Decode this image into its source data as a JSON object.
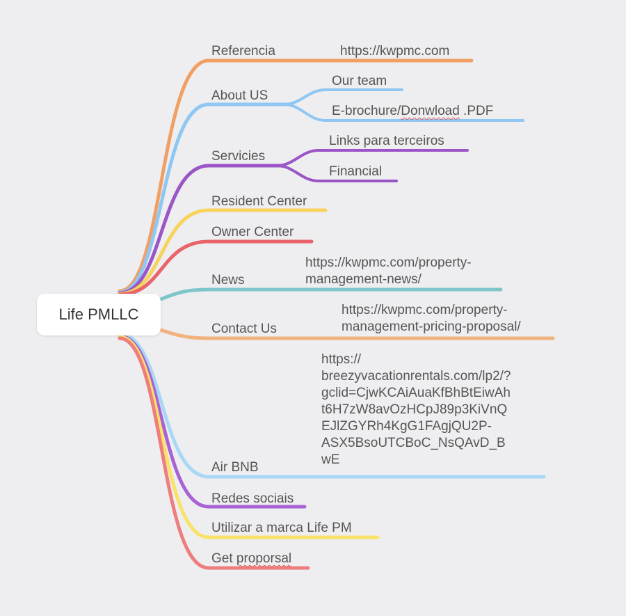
{
  "root": {
    "label": "Life PMLLC"
  },
  "branches": [
    {
      "id": "referencia",
      "label": "Referencia",
      "color": "#f0a064",
      "children": [
        {
          "label": "https://kwpmc.com"
        }
      ]
    },
    {
      "id": "about",
      "label": "About US",
      "color": "#8fc6f2",
      "children": [
        {
          "label": "Our team"
        },
        {
          "label_parts": [
            "E-brochure/",
            "Donwload",
            " .PDF"
          ]
        }
      ]
    },
    {
      "id": "servicies",
      "label": "Servicies",
      "color": "#9b55c6",
      "children": [
        {
          "label": "Links para terceiros"
        },
        {
          "label": "Financial"
        }
      ]
    },
    {
      "id": "resident",
      "label": "Resident Center",
      "color": "#f7d35a",
      "children": []
    },
    {
      "id": "owner",
      "label": "Owner Center",
      "color": "#e8636a",
      "children": []
    },
    {
      "id": "news",
      "label": "News",
      "color": "#7ec6c9",
      "children": [
        {
          "label": "https://kwpmc.com/property-\nmanagement-news/"
        }
      ]
    },
    {
      "id": "contact",
      "label": "Contact Us",
      "color": "#f2b27e",
      "children": [
        {
          "label": "https://kwpmc.com/property-\nmanagement-pricing-proposal/"
        }
      ]
    },
    {
      "id": "airbnb",
      "label": "Air BNB",
      "color": "#a8d8f5",
      "children": [
        {
          "label": "https://\nbreezyvacationrentals.com/lp2/?\ngclid=CjwKCAiAuaKfBhBtEiwAh\nt6H7zW8avOzHCpJ89p3KiVnQ\nEJlZGYRh4KgG1FAgjQU2P-\nASX5BsoUTCBoC_NsQAvD_B\nwE"
        }
      ]
    },
    {
      "id": "redes",
      "label": "Redes sociais",
      "color": "#a862d6",
      "children": []
    },
    {
      "id": "marca",
      "label": "Utilizar a marca Life PM",
      "color": "#f9e26a",
      "children": []
    },
    {
      "id": "proporsal",
      "label_parts": [
        "Get ",
        "proporsal"
      ],
      "color": "#ee7e7e",
      "children": []
    }
  ]
}
